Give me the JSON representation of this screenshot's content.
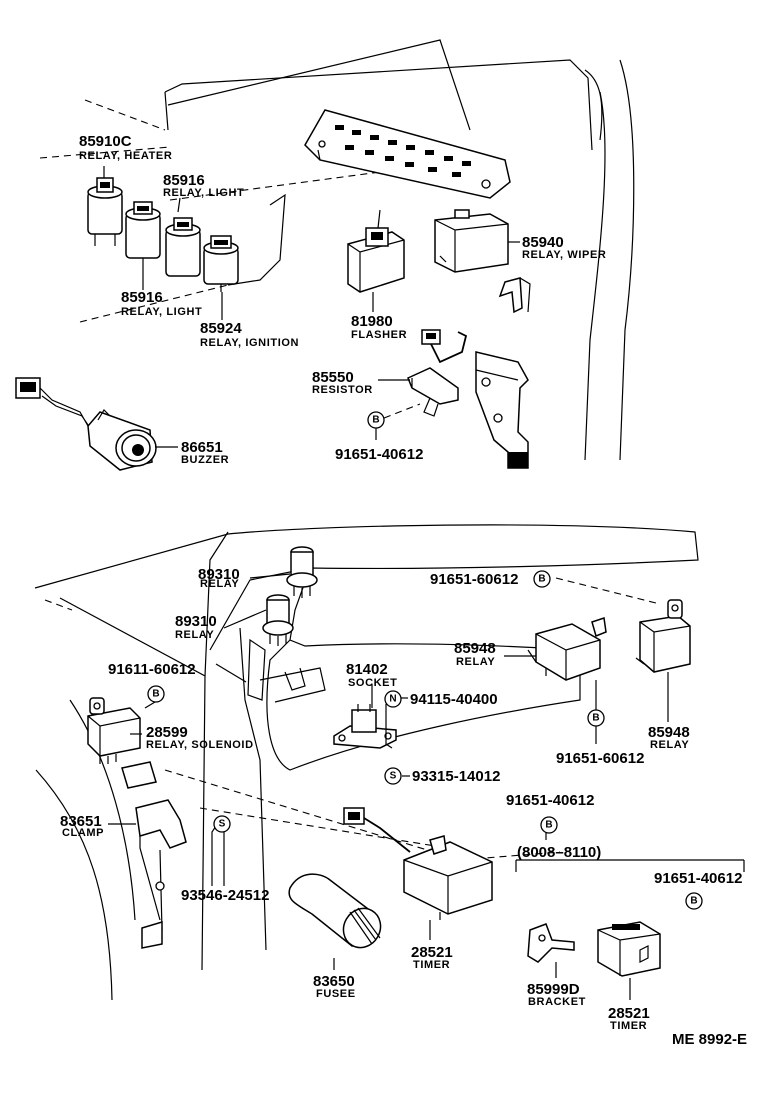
{
  "diagram": {
    "drawing_code": "ME 8992-E",
    "parts": [
      {
        "id": "p1",
        "number": "85910C",
        "name": "RELAY, HEATER"
      },
      {
        "id": "p2",
        "number": "85916",
        "name": "RELAY, LIGHT"
      },
      {
        "id": "p3",
        "number": "85916",
        "name": "RELAY, LIGHT"
      },
      {
        "id": "p4",
        "number": "85924",
        "name": "RELAY, IGNITION"
      },
      {
        "id": "p5",
        "number": "81980",
        "name": "FLASHER"
      },
      {
        "id": "p6",
        "number": "85940",
        "name": "RELAY, WIPER"
      },
      {
        "id": "p7",
        "number": "85550",
        "name": "RESISTOR"
      },
      {
        "id": "p8",
        "number": "91651-40612",
        "name": ""
      },
      {
        "id": "p9",
        "number": "86651",
        "name": "BUZZER"
      },
      {
        "id": "p10",
        "number": "89310",
        "name": "RELAY"
      },
      {
        "id": "p11",
        "number": "89310",
        "name": "RELAY"
      },
      {
        "id": "p12",
        "number": "91651-60612",
        "name": ""
      },
      {
        "id": "p13",
        "number": "91611-60612",
        "name": ""
      },
      {
        "id": "p14",
        "number": "85948",
        "name": "RELAY"
      },
      {
        "id": "p15",
        "number": "85948",
        "name": "RELAY"
      },
      {
        "id": "p16",
        "number": "81402",
        "name": "SOCKET"
      },
      {
        "id": "p17",
        "number": "94115-40400",
        "name": ""
      },
      {
        "id": "p18",
        "number": "28599",
        "name": "RELAY, SOLENOID"
      },
      {
        "id": "p19",
        "number": "91651-60612",
        "name": ""
      },
      {
        "id": "p20",
        "number": "93315-14012",
        "name": ""
      },
      {
        "id": "p21",
        "number": "83651",
        "name": "CLAMP"
      },
      {
        "id": "p22",
        "number": "91651-40612",
        "name": ""
      },
      {
        "id": "p23",
        "number": "93546-24512",
        "name": ""
      },
      {
        "id": "p24",
        "number": "28521",
        "name": "TIMER"
      },
      {
        "id": "p25",
        "number": "83650",
        "name": "FUSEE"
      },
      {
        "id": "p26",
        "number": "91651-40612",
        "name": ""
      },
      {
        "id": "p27",
        "number": "85999D",
        "name": "BRACKET"
      },
      {
        "id": "p28",
        "number": "28521",
        "name": "TIMER"
      }
    ],
    "callouts": {
      "b1": "B",
      "b2": "B",
      "b3": "B",
      "b4": "B",
      "b5": "B",
      "b6": "B",
      "n1": "N",
      "s1": "S",
      "s2": "S"
    },
    "date_range": "(8008–8110)"
  }
}
